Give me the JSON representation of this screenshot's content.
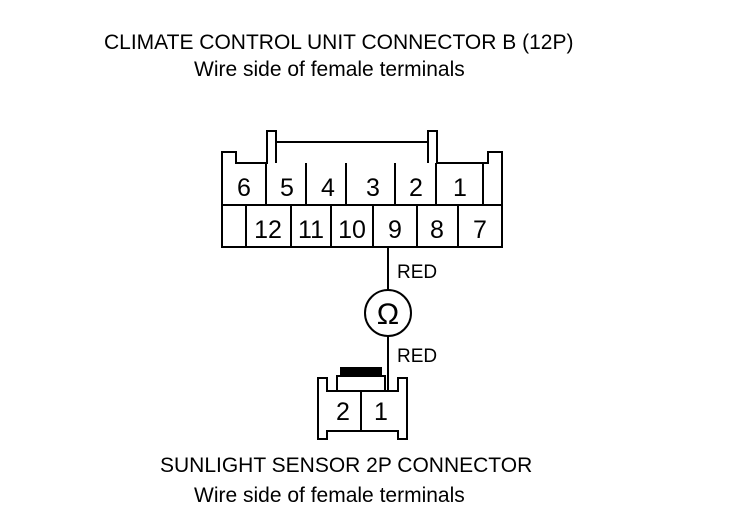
{
  "connector_b": {
    "title": "CLIMATE CONTROL UNIT CONNECTOR B (12P)",
    "subtitle": "Wire side of female terminals",
    "top_row": [
      "6",
      "5",
      "4",
      "3",
      "2",
      "1"
    ],
    "bottom_row": [
      "12",
      "11",
      "10",
      "9",
      "8",
      "7"
    ]
  },
  "wire_labels": {
    "upper": "RED",
    "lower": "RED"
  },
  "meter": {
    "symbol": "Ω",
    "icon": "ohmmeter-icon"
  },
  "sensor_connector": {
    "title": "SUNLIGHT SENSOR 2P CONNECTOR",
    "subtitle": "Wire side of female terminals",
    "terminals": [
      "2",
      "1"
    ]
  }
}
